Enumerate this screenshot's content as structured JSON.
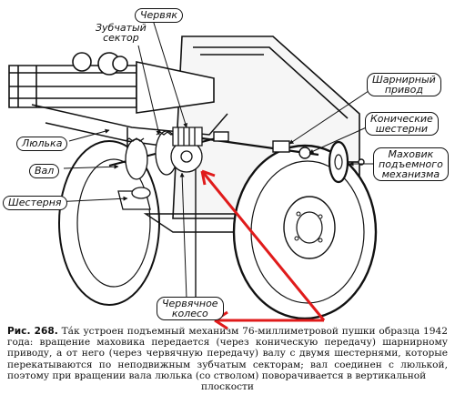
{
  "labels": {
    "chervyak": "Червяк",
    "zubchaty_line1": "Зубчатый",
    "zubchaty_line2": "сектор",
    "lyulka": "Люлька",
    "val": "Вал",
    "shesternya": "Шестерня",
    "chervyachnoe_line1": "Червячное",
    "chervyachnoe_line2": "колесо",
    "sharnirny_line1": "Шарнирный",
    "sharnirny_line2": "привод",
    "konicheskie_line1": "Конические",
    "konicheskie_line2": "шестерни",
    "mahovik_line1": "Маховик",
    "mahovik_line2": "подъемного",
    "mahovik_line3": "механизма"
  },
  "caption": {
    "fig_label": "Рис. 268.",
    "body": " Та́к устроен подъемный механизм 76-миллиметровой пушки образца 1942 года: вращение маховика передается (через коническую передачу) шарнирному приводу, а от него (через червячную передачу) валу с двумя шестернями, которые перекатываются по неподвижным зубчатым секторам; вал соединен с люлькой, поэтому при вращении вала люлька (со стволом) поворачивается в вертикальной",
    "last_line": "плоскости"
  },
  "colors": {
    "ink": "#111111",
    "annotation_arrow": "#e01b1b",
    "background": "#ffffff"
  }
}
